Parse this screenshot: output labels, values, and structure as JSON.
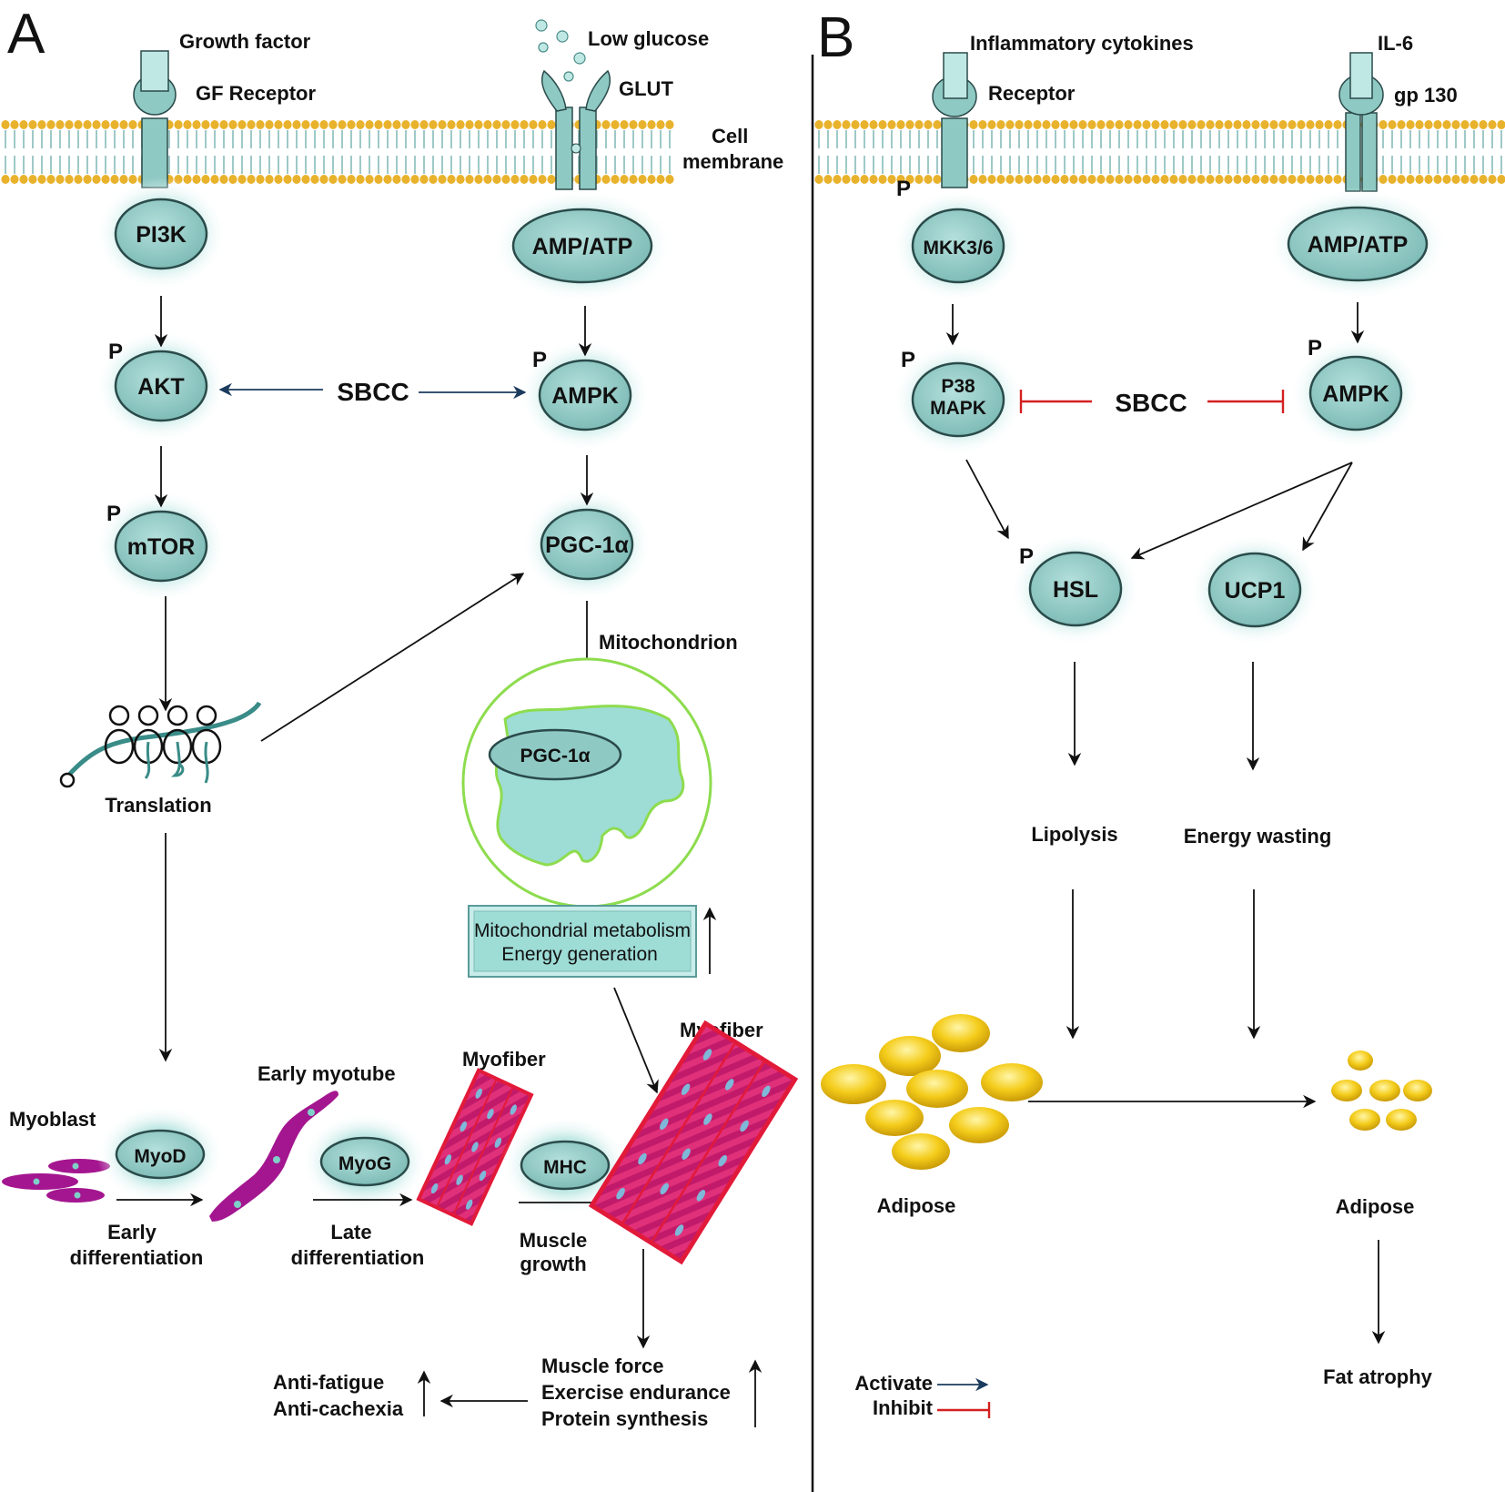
{
  "panels": {
    "a": "A",
    "b": "B"
  },
  "colors": {
    "node_fill": "#8fc9c4",
    "node_stroke": "#2a4b4a",
    "glow": "#bfe8e4",
    "membrane_head": "#e9b22c",
    "membrane_tail": "#9ec9c7",
    "myo_magenta": "#a4168f",
    "myofiber_red": "#d9224d",
    "adipose_yellow": "#f4cc1a",
    "inhibit_red": "#d32020",
    "activate_blue": "#1b3b5e",
    "mito_green": "#8ddc4e"
  },
  "panel_a": {
    "growth_factor": "Growth factor",
    "gf_receptor": "GF Receptor",
    "low_glucose": "Low glucose",
    "glut": "GLUT",
    "cell_membrane_1": "Cell",
    "cell_membrane_2": "membrane",
    "pi3k": "PI3K",
    "amp_atp": "AMP/ATP",
    "akt": "AKT",
    "sbcc": "SBCC",
    "ampk": "AMPK",
    "mtor": "mTOR",
    "pgc1a": "PGC-1α",
    "mitochondrion": "Mitochondrion",
    "pgc1a_mito": "PGC-1α",
    "translation": "Translation",
    "mito_metabolism": "Mitochondrial  metabolism",
    "energy_generation": "Energy generation",
    "myoblast": "Myoblast",
    "early_myotube": "Early myotube",
    "myofiber_1": "Myofiber",
    "myofiber_2": "Myofiber",
    "myod": "MyoD",
    "myog": "MyoG",
    "mhc": "MHC",
    "early_diff_1": "Early",
    "early_diff_2": "differentiation",
    "late_diff_1": "Late",
    "late_diff_2": "differentiation",
    "muscle_growth_1": "Muscle",
    "muscle_growth_2": "growth",
    "muscle_force": "Muscle force",
    "exercise_endurance": "Exercise endurance",
    "protein_synthesis": "Protein synthesis",
    "anti_fatigue": "Anti-fatigue",
    "anti_cachexia": "Anti-cachexia",
    "phospho": "P"
  },
  "panel_b": {
    "inflammatory_cytokines": "Inflammatory cytokines",
    "receptor": "Receptor",
    "il6": "IL-6",
    "gp130": "gp 130",
    "mkk36": "MKK3/6",
    "amp_atp": "AMP/ATP",
    "p38_1": "P38",
    "p38_2": "MAPK",
    "sbcc": "SBCC",
    "ampk": "AMPK",
    "hsl": "HSL",
    "ucp1": "UCP1",
    "lipolysis": "Lipolysis",
    "energy_wasting": "Energy wasting",
    "adipose_1": "Adipose",
    "adipose_2": "Adipose",
    "fat_atrophy": "Fat atrophy",
    "activate": "Activate",
    "inhibit": "Inhibit",
    "phospho": "P"
  }
}
